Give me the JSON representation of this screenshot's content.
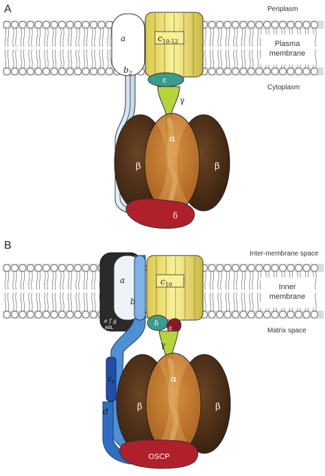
{
  "panel_a": {
    "panel_label": "A",
    "periplasm": "Periplasm",
    "membrane": [
      "Plasma",
      "membrane"
    ],
    "cytoplasm": "Cytoplasm",
    "subunit_a": "a",
    "subunit_b": "b",
    "subunit_b_sub": "2",
    "subunit_c": "c",
    "subunit_c_sub": "10-12",
    "epsilon": "ε",
    "gamma": "γ",
    "alpha": "α",
    "beta_left": "β",
    "beta_right": "β",
    "delta": "δ"
  },
  "panel_b": {
    "panel_label": "B",
    "intermembrane": "Inter-membrane space",
    "membrane": [
      "Inner",
      "membrane"
    ],
    "matrix": "Matrix space",
    "subunit_a": "a",
    "subunit_b": "b",
    "subunit_c": "c",
    "subunit_c_sub": "10",
    "efg": "e f g",
    "a6l": "A6L",
    "delta": "δ",
    "epsilon": "ε",
    "gamma": "γ",
    "f6": "F",
    "f6_sub": "6",
    "subunit_d": "d",
    "alpha": "α",
    "beta_left": "β",
    "beta_right": "β",
    "oscp": "OSCP"
  },
  "colors": {
    "lipid": "#7a7a7a",
    "c_ring": "#f0e27a",
    "c_ring_dark": "#b9a93a",
    "epsilon": "#3a9c8e",
    "gamma": "#b6d33a",
    "beta": "#4a2e16",
    "alpha": "#c17a2e",
    "delta": "#b0202a",
    "stator_light": "#cfe3ef",
    "stator_blue": "#4f8fd3",
    "stator_dark": "#1f4fa8",
    "efg": "#2a2a2a"
  }
}
